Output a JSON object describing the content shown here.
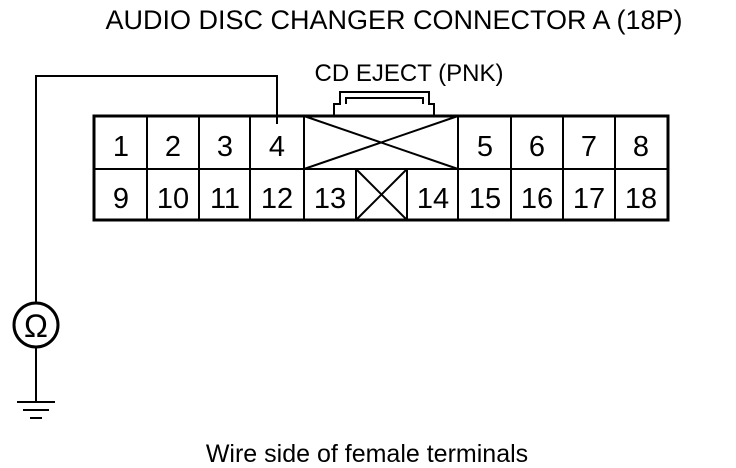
{
  "title": "AUDIO DISC CHANGER CONNECTOR A (18P)",
  "wire_label": "CD EJECT (PNK)",
  "caption": "Wire side of female terminals",
  "meter_symbol": "Ω",
  "ground_icon": "ground-icon",
  "connector": {
    "top_row": [
      "1",
      "2",
      "3",
      "4",
      "5",
      "6",
      "7",
      "8"
    ],
    "bottom_row": [
      "9",
      "10",
      "11",
      "12",
      "13",
      "14",
      "15",
      "16",
      "17",
      "18"
    ],
    "probed_terminal": "4"
  }
}
